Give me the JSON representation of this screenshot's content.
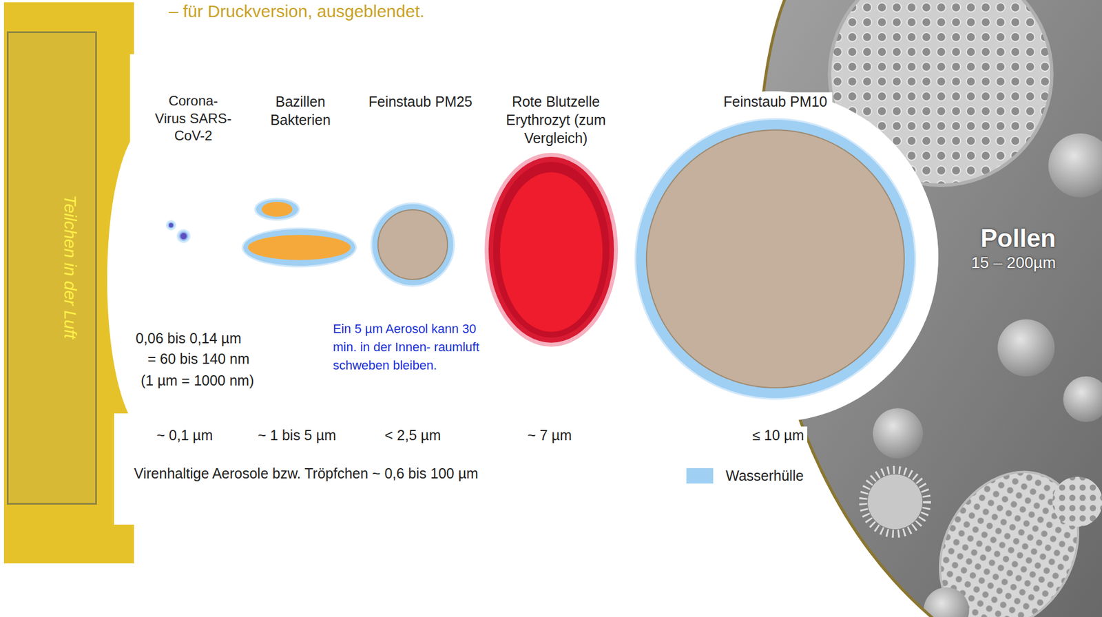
{
  "diagram": {
    "nodes": [
      {
        "text": [
          "Teilchen in der Luft"
        ]
      },
      {
        "text": [
          "Corona- Virus SARS-CoV-2"
        ]
      },
      {
        "text": [
          "Bazillen Bakterien"
        ]
      },
      {
        "text": [
          "Feinstaub PM25"
        ]
      },
      {
        "text": [
          "Rote Blutzelle Erythrozyt (zum Vergleich)"
        ]
      },
      {
        "text": [
          "Feinstaub PM10"
        ]
      },
      {
        "text": [
          "Pollen",
          "15 – 200µm"
        ]
      }
    ],
    "labels": [
      "– für Druckversion, ausgeblendet.",
      "0,06 bis 0,14 µm",
      "= 60 bis 140 nm",
      "(1 µm = 1000 nm)",
      "Ein 5 µm Aerosol kann 30 min. in der Innen- raumluft schweben bleiben.",
      "~ 0,1 µm",
      "~ 1 bis 5 µm",
      "< 2,5 µm",
      "~ 7 µm",
      "≤ 10 µm",
      "Virenhaltige Aerosole bzw. Tröpfchen ~ 0,6 bis 100 µm"
    ],
    "legend": [
      {
        "text": "Wasserhülle",
        "color": "#9fcff2"
      }
    ]
  }
}
